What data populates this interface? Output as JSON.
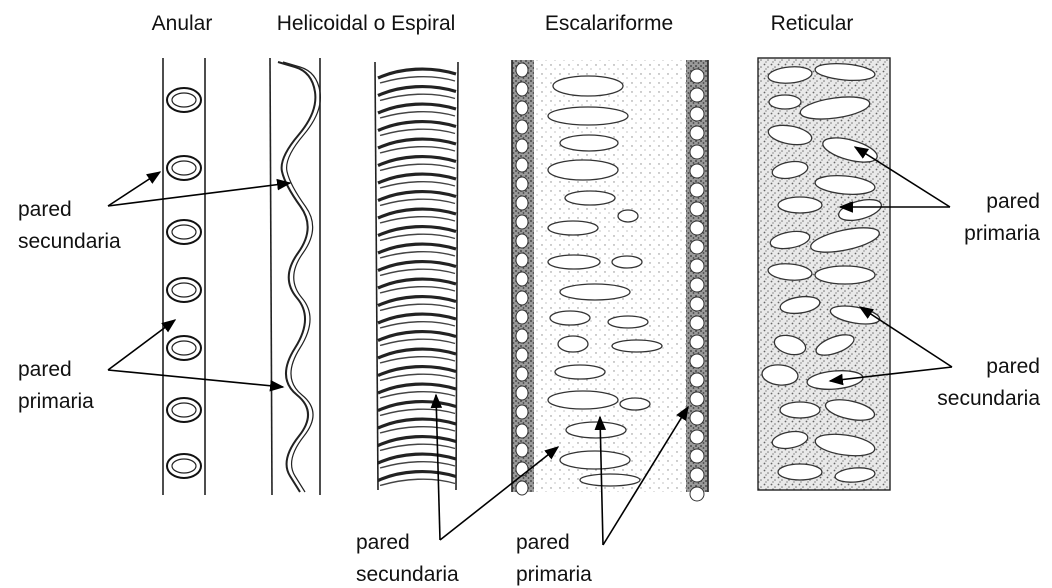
{
  "titles": {
    "anular": "Anular",
    "helicoidal": "Helicoidal o Espiral",
    "escalariforme": "Escalariforme",
    "reticular": "Reticular"
  },
  "labels": {
    "left_secondary": [
      "pared",
      "secundaria"
    ],
    "left_primary": [
      "pared",
      "primaria"
    ],
    "bottom_secondary": [
      "pared",
      "secundaria"
    ],
    "bottom_primary": [
      "pared",
      "primaria"
    ],
    "right_primary": [
      "pared",
      "primaria"
    ],
    "right_secondary": [
      "pared",
      "secundaria"
    ]
  },
  "colors": {
    "ink": "#111111",
    "stipple": "#555555",
    "background": "#ffffff"
  }
}
